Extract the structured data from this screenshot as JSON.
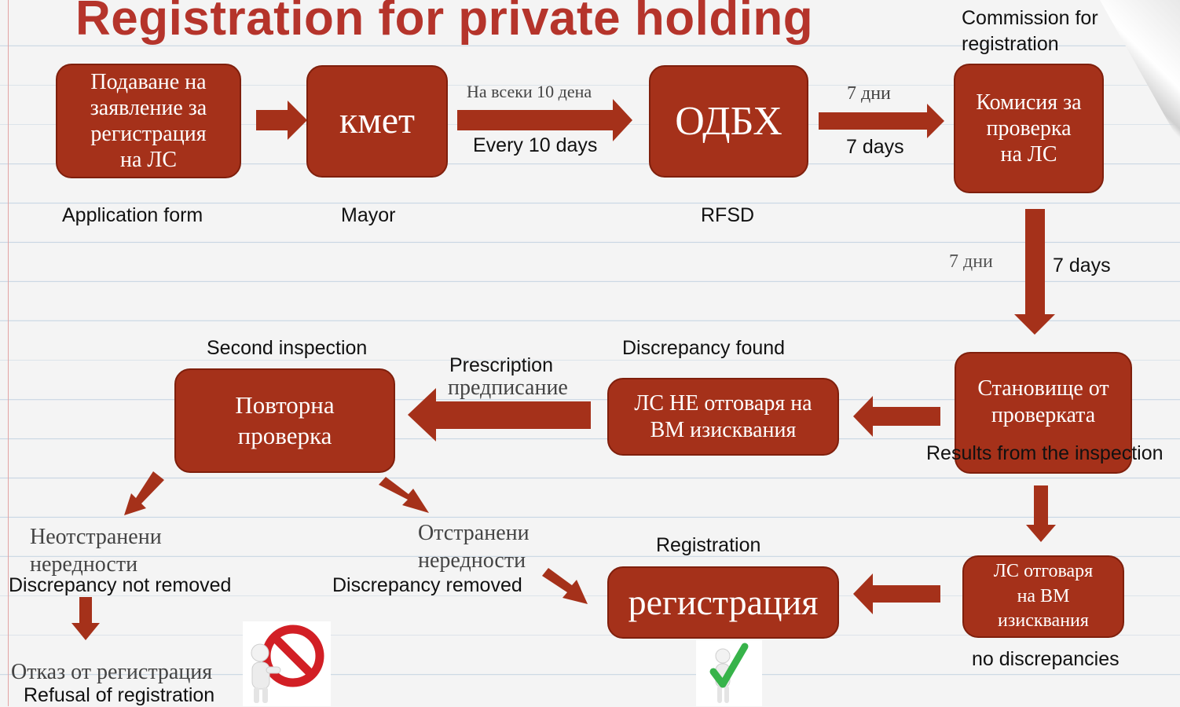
{
  "title": "Registration for private holding",
  "top_row": {
    "application": {
      "box_text": "Подаване на\nзаявление за\nрегистрация\nна ЛС",
      "label": "Application form"
    },
    "mayor": {
      "box_text": "кмет",
      "label": "Mayor"
    },
    "odbh": {
      "box_text": "ОДБХ",
      "label": "RFSD"
    },
    "commission": {
      "box_text": "Комисия за\nпроверка\nна ЛС",
      "label": "Commission for\nregistration"
    },
    "arrow1": {
      "bg_label": "На всеки 10 дена",
      "en_label": "Every 10 days"
    },
    "arrow2": {
      "bg_label": "7 дни",
      "en_label": "7 days"
    },
    "arrow_down": {
      "bg_label": "7 дни",
      "en_label": "7 days"
    }
  },
  "middle_row": {
    "opinion": {
      "box_text": "Становище от\nпроверката",
      "label": "Results from the inspection"
    },
    "discrepancy": {
      "box_text": "ЛС НЕ отговаря на\nВМ изисквания",
      "label": "Discrepancy found"
    },
    "second_inspection": {
      "box_text": "Повторна\nпроверка",
      "label": "Second inspection"
    },
    "prescription": {
      "en_label": "Prescription",
      "bg_label": "предписание"
    }
  },
  "bottom_row": {
    "compliant": {
      "box_text": "ЛС отговаря\nна ВМ\nизисквания",
      "label": "no discrepancies"
    },
    "registration": {
      "box_text": "регистрация",
      "label": "Registration"
    },
    "not_removed": {
      "bg_label": "Неотстранени\nнередности",
      "en_label": "Discrepancy not removed"
    },
    "removed": {
      "bg_label": "Отстранени\nнередности",
      "en_label": "Discrepancy removed"
    },
    "refusal": {
      "bg_label": "Отказ от регистрация",
      "en_label": "Refusal of registration"
    }
  },
  "icons": {
    "refusal": "prohibited-sign-figure-icon",
    "approval": "checkmark-figure-icon"
  },
  "colors": {
    "box_fill": "#a5311a",
    "box_border": "#7f1f0c",
    "arrow": "#a5311a",
    "title": "#b5342b",
    "check": "#37b34a",
    "prohibit": "#d21f25"
  }
}
